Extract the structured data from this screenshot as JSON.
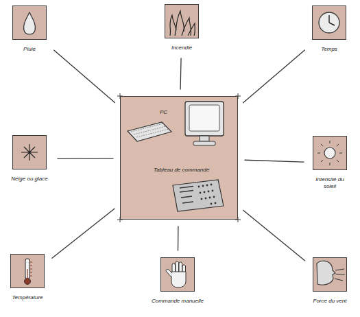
{
  "diagram": {
    "nodes": [
      {
        "text": [
          "Pluie"
        ]
      },
      {
        "text": [
          "Incendie"
        ]
      },
      {
        "text": [
          "Temps"
        ]
      },
      {
        "text": [
          "Neige ou glace"
        ]
      },
      {
        "text": [
          "PC",
          "Tableau de commande"
        ]
      },
      {
        "text": [
          "Intensité du soleil"
        ]
      },
      {
        "text": [
          "Température"
        ]
      },
      {
        "text": [
          "Commande manuelle"
        ]
      },
      {
        "text": [
          "Force du vent"
        ]
      }
    ],
    "edges": [
      {
        "from": 4,
        "to": 0,
        "arrow": "none"
      },
      {
        "from": 4,
        "to": 1,
        "arrow": "none"
      },
      {
        "from": 4,
        "to": 2,
        "arrow": "none"
      },
      {
        "from": 4,
        "to": 3,
        "arrow": "none"
      },
      {
        "from": 4,
        "to": 5,
        "arrow": "none"
      },
      {
        "from": 4,
        "to": 6,
        "arrow": "none"
      },
      {
        "from": 4,
        "to": 7,
        "arrow": "none"
      },
      {
        "from": 4,
        "to": 8,
        "arrow": "none"
      }
    ]
  }
}
